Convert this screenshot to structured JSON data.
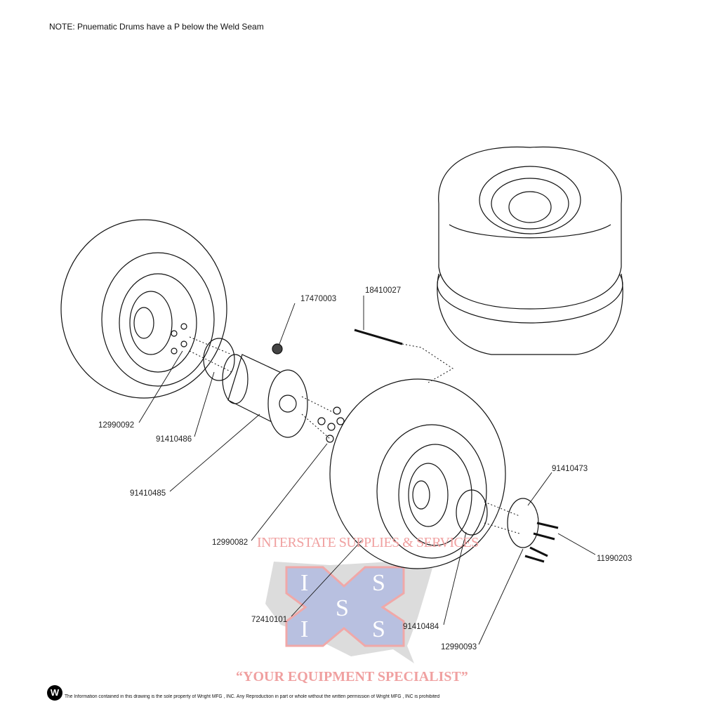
{
  "note": "NOTE: Pnuematic Drums have a P below the Weld Seam",
  "part_labels": {
    "p17470003": "17470003",
    "p18410027": "18410027",
    "p12990092": "12990092",
    "p91410486": "91410486",
    "p91410485": "91410485",
    "p12990082": "12990082",
    "p72410101": "72410101",
    "p91410484": "91410484",
    "p12990093": "12990093",
    "p91410473": "91410473",
    "p11990203": "11990203"
  },
  "watermark": {
    "company": "INTERSTATE SUPPLIES & SERVICES",
    "letters": [
      "I",
      "S",
      "S",
      "I",
      "S"
    ],
    "slogan": "“YOUR EQUIPMENT SPECIALIST”",
    "colors": {
      "red": "#f0a0a0",
      "blue": "#b8c0e0",
      "gray": "#d8d8d8"
    }
  },
  "footer": {
    "logo_letter": "W",
    "disclaimer": "The Information contained in this drawing is the sole property of Wright MFG , INC. Any Reproduction in part or whole without the written permission of Wright MFG , INC is prohibited"
  }
}
